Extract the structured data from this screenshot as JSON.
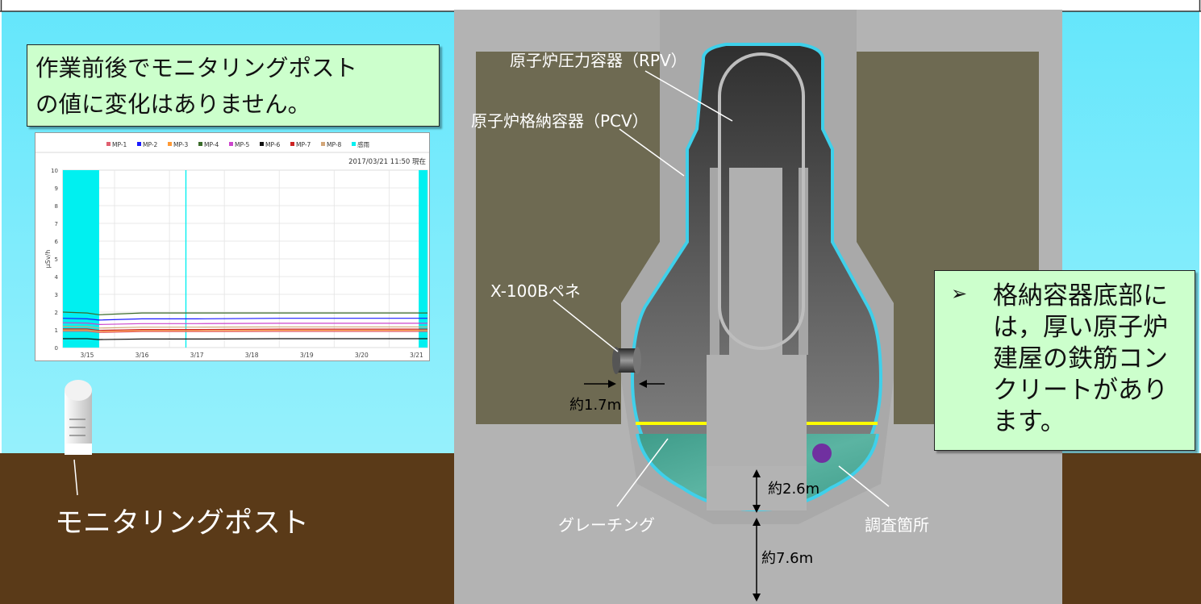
{
  "colors": {
    "sky": "#6fe7fb",
    "ground": "#5b3a17",
    "concrete": "#b5b5b5",
    "concrete_box": "#a7a7a7",
    "reactor_building_olive": "#6e6a52",
    "pcv_outline": "#3fd0ea",
    "water": "#4aa796",
    "grating": "#ffff00",
    "survey_point": "#7030a0",
    "callout_bg": "#ccffcc"
  },
  "callouts": {
    "monitoring_note": {
      "line1": "作業前後でモニタリングポスト",
      "line2": "の値に変化はありません。"
    },
    "pcv_bottom_note": {
      "bullet": "➢",
      "text": "格納容器底部には，厚い原子炉建屋の鉄筋コンクリートがあります。"
    }
  },
  "labels": {
    "rpv": "原子炉圧力容器（RPV）",
    "pcv": "原子炉格納容器（PCV）",
    "penetration": "X-100Bペネ",
    "dim_wall": "約1.7m",
    "dim_pedestal": "約2.6m",
    "dim_base": "約7.6m",
    "grating": "グレーチング",
    "survey_point": "調査箇所",
    "monitoring_post": "モニタリングポスト"
  },
  "chart_data": {
    "type": "line",
    "legend": [
      {
        "name": "MP-1",
        "color": "#e06070"
      },
      {
        "name": "MP-2",
        "color": "#1a1aff"
      },
      {
        "name": "MP-3",
        "color": "#ff9933"
      },
      {
        "name": "MP-4",
        "color": "#3a6b2a"
      },
      {
        "name": "MP-5",
        "color": "#cc44cc"
      },
      {
        "name": "MP-6",
        "color": "#111111"
      },
      {
        "name": "MP-7",
        "color": "#cc2222"
      },
      {
        "name": "MP-8",
        "color": "#d2a679"
      },
      {
        "name": "感雨",
        "color": "#00f0f0"
      }
    ],
    "timestamp": "2017/03/21 11:50 現在",
    "ylabel": "μSv/h",
    "ylim": [
      0,
      10
    ],
    "yticks": [
      "0",
      "1",
      "2",
      "3",
      "4",
      "5",
      "6",
      "7",
      "8",
      "9",
      "10"
    ],
    "xticks": [
      "3/15",
      "3/16",
      "3/17",
      "3/18",
      "3/19",
      "3/20",
      "3/21"
    ],
    "rain_periods": [
      [
        14.56,
        15.22
      ],
      [
        16.79,
        16.81
      ],
      [
        21.04,
        21.2
      ]
    ],
    "xlim": [
      14.56,
      21.2
    ],
    "series": [
      {
        "name": "MP-4",
        "values": [
          2.0,
          1.95,
          1.85,
          1.95,
          1.95,
          1.95,
          1.95,
          1.95
        ]
      },
      {
        "name": "MP-2",
        "values": [
          1.65,
          1.62,
          1.55,
          1.62,
          1.62,
          1.65,
          1.65,
          1.65
        ]
      },
      {
        "name": "MP-5",
        "values": [
          1.4,
          1.38,
          1.3,
          1.35,
          1.35,
          1.37,
          1.37,
          1.37
        ]
      },
      {
        "name": "MP-8",
        "values": [
          1.2,
          1.18,
          1.1,
          1.15,
          1.15,
          1.17,
          1.17,
          1.17
        ]
      },
      {
        "name": "MP-7",
        "values": [
          1.05,
          1.05,
          0.97,
          1.02,
          1.02,
          1.04,
          1.04,
          1.04
        ]
      },
      {
        "name": "MP-3",
        "values": [
          0.98,
          0.98,
          0.9,
          0.95,
          0.95,
          0.97,
          0.97,
          0.97
        ]
      },
      {
        "name": "MP-1",
        "values": [
          0.92,
          0.92,
          0.85,
          0.9,
          0.9,
          0.91,
          0.91,
          0.91
        ]
      },
      {
        "name": "MP-6",
        "values": [
          0.5,
          0.5,
          0.45,
          0.48,
          0.48,
          0.5,
          0.5,
          0.5
        ]
      }
    ],
    "x": [
      14.56,
      15.0,
      15.22,
      16.0,
      17.0,
      18.5,
      20.0,
      21.2
    ]
  }
}
